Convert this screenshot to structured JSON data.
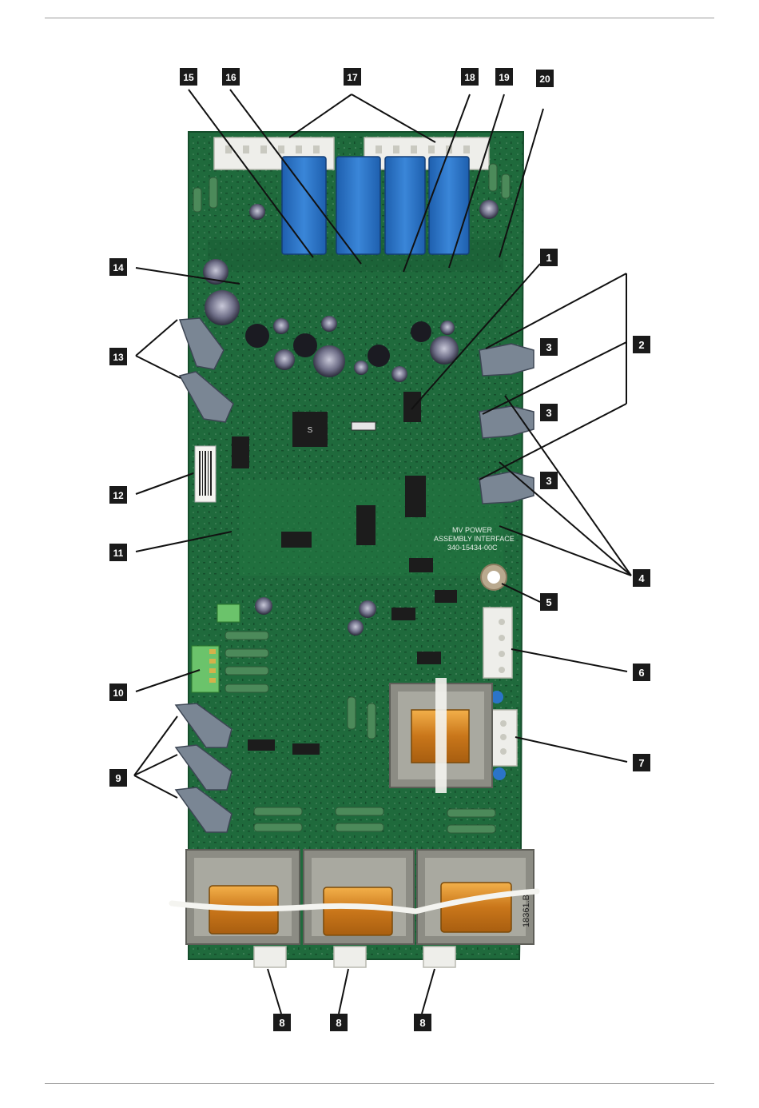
{
  "figure": {
    "board_text": {
      "line1": "MV POWER",
      "line2": "ASSEMBLY INTERFACE",
      "line3": "340-15434-00C",
      "figure_code": "18361.B",
      "ic_marking": "S"
    },
    "callouts": [
      "1",
      "2",
      "3",
      "3",
      "3",
      "4",
      "5",
      "6",
      "7",
      "8",
      "8",
      "8",
      "9",
      "10",
      "11",
      "12",
      "13",
      "14",
      "15",
      "16",
      "17",
      "18",
      "19",
      "20"
    ],
    "colors": {
      "pcb": "#1f6a3c",
      "pcb_dark": "#154d2b",
      "relay": "#2b74c8",
      "connector": "#eeeeea",
      "transformer_frame": "#8c8c84",
      "coil": "#d98a1c",
      "callout_box": "#1a1a1a"
    }
  }
}
